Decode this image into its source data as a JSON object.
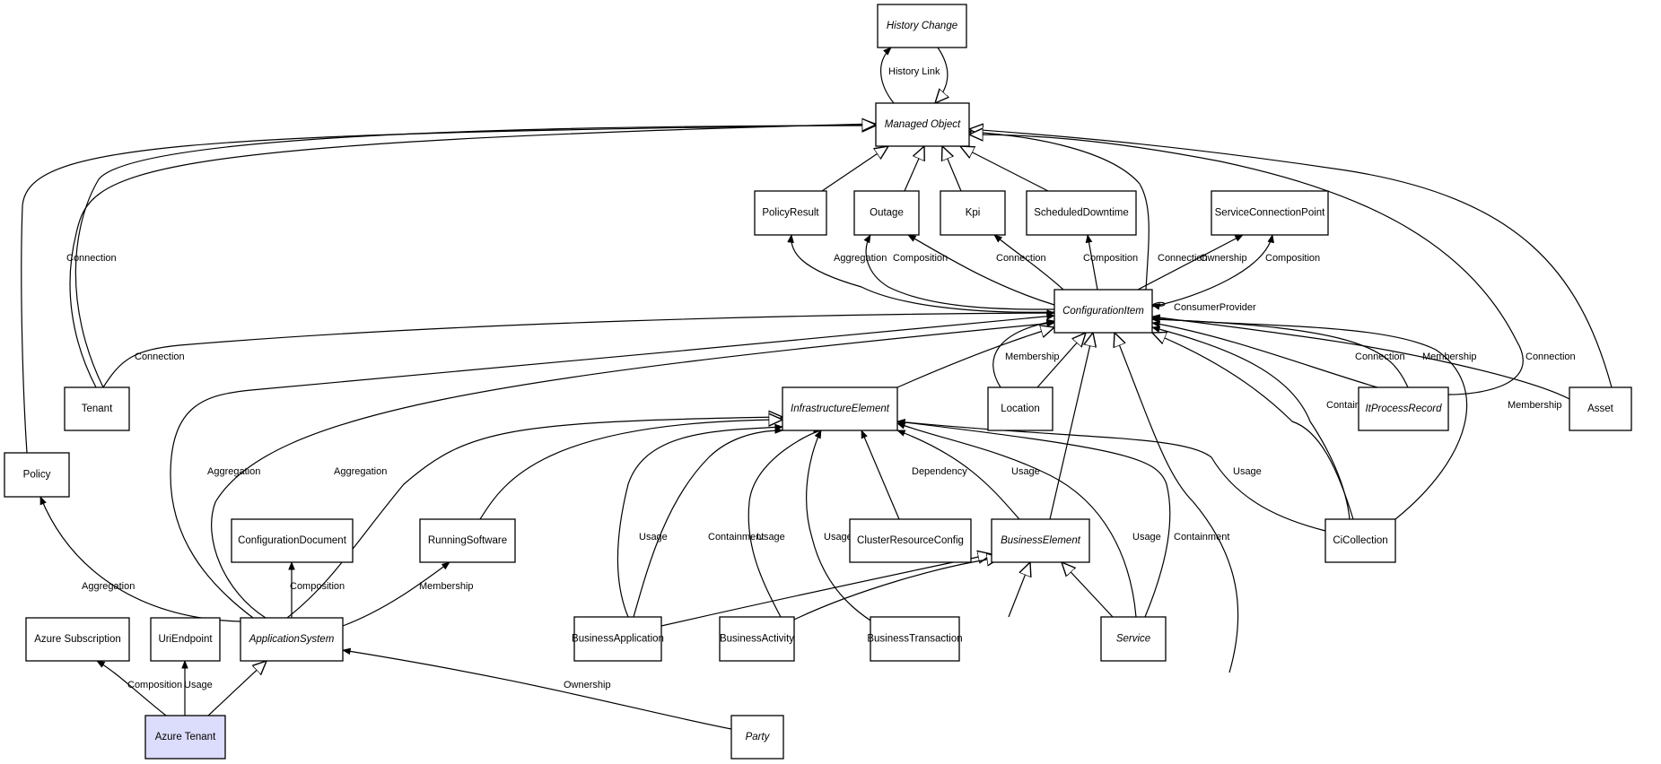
{
  "diagram": {
    "type": "uml-class-relationship",
    "highlight_color": "#dcdcfc",
    "nodes": [
      {
        "id": "history_change",
        "label": "History Change",
        "abstract": true
      },
      {
        "id": "managed_object",
        "label": "Managed Object",
        "abstract": true
      },
      {
        "id": "policy_result",
        "label": "PolicyResult",
        "abstract": false
      },
      {
        "id": "outage",
        "label": "Outage",
        "abstract": false
      },
      {
        "id": "kpi",
        "label": "Kpi",
        "abstract": false
      },
      {
        "id": "scheduled_downtime",
        "label": "ScheduledDowntime",
        "abstract": false
      },
      {
        "id": "service_connection_point",
        "label": "ServiceConnectionPoint",
        "abstract": false
      },
      {
        "id": "configuration_item",
        "label": "ConfigurationItem",
        "abstract": true
      },
      {
        "id": "tenant",
        "label": "Tenant",
        "abstract": false
      },
      {
        "id": "infrastructure_element",
        "label": "InfrastructureElement",
        "abstract": true
      },
      {
        "id": "location",
        "label": "Location",
        "abstract": false
      },
      {
        "id": "it_process_record",
        "label": "ItProcessRecord",
        "abstract": true
      },
      {
        "id": "asset",
        "label": "Asset",
        "abstract": false
      },
      {
        "id": "policy",
        "label": "Policy",
        "abstract": false
      },
      {
        "id": "configuration_document",
        "label": "ConfigurationDocument",
        "abstract": false
      },
      {
        "id": "running_software",
        "label": "RunningSoftware",
        "abstract": false
      },
      {
        "id": "cluster_resource_config",
        "label": "ClusterResourceConfig",
        "abstract": false
      },
      {
        "id": "business_element",
        "label": "BusinessElement",
        "abstract": true
      },
      {
        "id": "ci_collection",
        "label": "CiCollection",
        "abstract": false
      },
      {
        "id": "azure_subscription",
        "label": "Azure Subscription",
        "abstract": false
      },
      {
        "id": "uri_endpoint",
        "label": "UriEndpoint",
        "abstract": false
      },
      {
        "id": "application_system",
        "label": "ApplicationSystem",
        "abstract": true
      },
      {
        "id": "business_application",
        "label": "BusinessApplication",
        "abstract": false
      },
      {
        "id": "business_activity",
        "label": "BusinessActivity",
        "abstract": false
      },
      {
        "id": "business_transaction",
        "label": "BusinessTransaction",
        "abstract": false
      },
      {
        "id": "service",
        "label": "Service",
        "abstract": true
      },
      {
        "id": "azure_tenant",
        "label": "Azure Tenant",
        "abstract": false,
        "highlighted": true
      },
      {
        "id": "party",
        "label": "Party",
        "abstract": true
      }
    ],
    "edges": [
      {
        "from": "managed_object",
        "to": "history_change",
        "kind": "association",
        "label": "History Link"
      },
      {
        "from": "history_change",
        "to": "managed_object",
        "kind": "generalization",
        "label": ""
      },
      {
        "from": "policy_result",
        "to": "managed_object",
        "kind": "generalization",
        "label": ""
      },
      {
        "from": "outage",
        "to": "managed_object",
        "kind": "generalization",
        "label": ""
      },
      {
        "from": "kpi",
        "to": "managed_object",
        "kind": "generalization",
        "label": ""
      },
      {
        "from": "scheduled_downtime",
        "to": "managed_object",
        "kind": "generalization",
        "label": ""
      },
      {
        "from": "configuration_item",
        "to": "managed_object",
        "kind": "generalization",
        "label": ""
      },
      {
        "from": "tenant",
        "to": "managed_object",
        "kind": "generalization",
        "label": ""
      },
      {
        "from": "tenant",
        "to": "managed_object",
        "kind": "association",
        "label": "Connection"
      },
      {
        "from": "policy",
        "to": "managed_object",
        "kind": "generalization",
        "label": ""
      },
      {
        "from": "asset",
        "to": "managed_object",
        "kind": "generalization",
        "label": ""
      },
      {
        "from": "it_process_record",
        "to": "managed_object",
        "kind": "generalization",
        "label": ""
      },
      {
        "from": "configuration_item",
        "to": "policy_result",
        "kind": "association",
        "label": "Aggregation"
      },
      {
        "from": "configuration_item",
        "to": "outage",
        "kind": "association",
        "label": "Composition"
      },
      {
        "from": "configuration_item",
        "to": "outage",
        "kind": "association",
        "label": "Connection"
      },
      {
        "from": "configuration_item",
        "to": "kpi",
        "kind": "association",
        "label": "Composition"
      },
      {
        "from": "configuration_item",
        "to": "scheduled_downtime",
        "kind": "association",
        "label": "Connection"
      },
      {
        "from": "configuration_item",
        "to": "service_connection_point",
        "kind": "association",
        "label": "Ownership"
      },
      {
        "from": "configuration_item",
        "to": "service_connection_point",
        "kind": "association",
        "label": "Composition"
      },
      {
        "from": "configuration_item",
        "to": "configuration_item",
        "kind": "association",
        "label": "ConsumerProvider"
      },
      {
        "from": "tenant",
        "to": "configuration_item",
        "kind": "association",
        "label": "Connection"
      },
      {
        "from": "location",
        "to": "configuration_item",
        "kind": "association",
        "label": "Membership"
      },
      {
        "from": "location",
        "to": "configuration_item",
        "kind": "generalization",
        "label": ""
      },
      {
        "from": "infrastructure_element",
        "to": "configuration_item",
        "kind": "generalization",
        "label": ""
      },
      {
        "from": "business_element",
        "to": "configuration_item",
        "kind": "generalization",
        "label": ""
      },
      {
        "from": "party",
        "to": "configuration_item",
        "kind": "generalization",
        "label": ""
      },
      {
        "from": "ci_collection",
        "to": "configuration_item",
        "kind": "generalization",
        "label": ""
      },
      {
        "from": "ci_collection",
        "to": "configuration_item",
        "kind": "association",
        "label": "Containment"
      },
      {
        "from": "ci_collection",
        "to": "configuration_item",
        "kind": "association",
        "label": "Membership"
      },
      {
        "from": "it_process_record",
        "to": "configuration_item",
        "kind": "association",
        "label": "Connection"
      },
      {
        "from": "it_process_record",
        "to": "configuration_item",
        "kind": "association",
        "label": "Membership"
      },
      {
        "from": "asset",
        "to": "configuration_item",
        "kind": "association",
        "label": "Connection"
      },
      {
        "from": "application_system",
        "to": "configuration_item",
        "kind": "association",
        "label": "Aggregation"
      },
      {
        "from": "application_system",
        "to": "configuration_item",
        "kind": "association",
        "label": "Aggregation"
      },
      {
        "from": "application_system",
        "to": "infrastructure_element",
        "kind": "generalization",
        "label": ""
      },
      {
        "from": "running_software",
        "to": "infrastructure_element",
        "kind": "generalization",
        "label": ""
      },
      {
        "from": "business_application",
        "to": "infrastructure_element",
        "kind": "association",
        "label": "Usage"
      },
      {
        "from": "business_application",
        "to": "infrastructure_element",
        "kind": "association",
        "label": "Containment"
      },
      {
        "from": "business_activity",
        "to": "infrastructure_element",
        "kind": "association",
        "label": "Usage"
      },
      {
        "from": "business_transaction",
        "to": "infrastructure_element",
        "kind": "association",
        "label": "Usage"
      },
      {
        "from": "cluster_resource_config",
        "to": "infrastructure_element",
        "kind": "association",
        "label": "Dependency"
      },
      {
        "from": "business_element",
        "to": "infrastructure_element",
        "kind": "association",
        "label": "Usage"
      },
      {
        "from": "service",
        "to": "infrastructure_element",
        "kind": "association",
        "label": "Usage"
      },
      {
        "from": "service",
        "to": "infrastructure_element",
        "kind": "association",
        "label": "Containment"
      },
      {
        "from": "ci_collection",
        "to": "infrastructure_element",
        "kind": "association",
        "label": "Usage"
      },
      {
        "from": "application_system",
        "to": "policy",
        "kind": "association",
        "label": "Aggregation"
      },
      {
        "from": "application_system",
        "to": "configuration_document",
        "kind": "association",
        "label": "Composition"
      },
      {
        "from": "application_system",
        "to": "running_software",
        "kind": "association",
        "label": "Membership"
      },
      {
        "from": "business_application",
        "to": "business_element",
        "kind": "generalization",
        "label": ""
      },
      {
        "from": "business_activity",
        "to": "business_element",
        "kind": "generalization",
        "label": ""
      },
      {
        "from": "business_transaction",
        "to": "business_element",
        "kind": "generalization",
        "label": ""
      },
      {
        "from": "service",
        "to": "business_element",
        "kind": "generalization",
        "label": ""
      },
      {
        "from": "azure_tenant",
        "to": "azure_subscription",
        "kind": "association",
        "label": "Composition"
      },
      {
        "from": "azure_tenant",
        "to": "uri_endpoint",
        "kind": "association",
        "label": "Usage"
      },
      {
        "from": "azure_tenant",
        "to": "application_system",
        "kind": "generalization",
        "label": ""
      },
      {
        "from": "party",
        "to": "application_system",
        "kind": "association",
        "label": "Ownership"
      }
    ]
  }
}
